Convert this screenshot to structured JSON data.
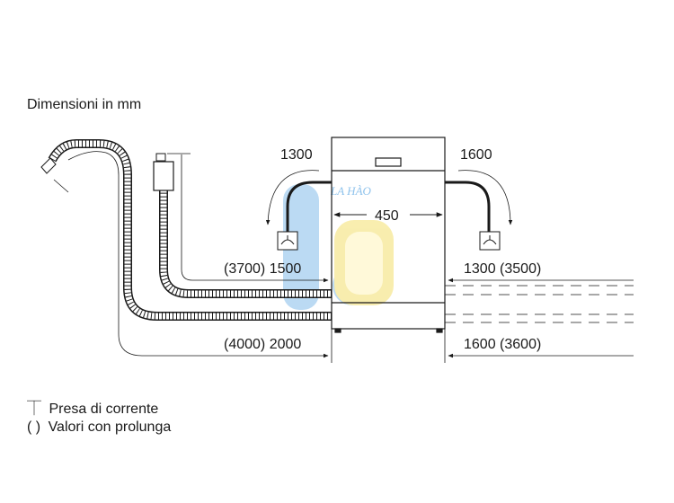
{
  "title": "Dimensioni in mm",
  "dimensions": {
    "top_left": "1300",
    "top_right": "1600",
    "width": "450",
    "inlet_left": "(3700) 1500",
    "inlet_right": "1300 (3500)",
    "drain_left": "(4000) 2000",
    "drain_right": "1600 (3600)"
  },
  "watermark": "LA HÀO",
  "legend": {
    "socket_symbol": "⏉",
    "socket_label": "Presa di corrente",
    "paren_symbol": "( )",
    "paren_label": "Valori con prolunga"
  },
  "colors": {
    "line": "#1a1a1a",
    "watermark_blue": "#8fc3ec",
    "watermark_yellow": "#f5e27a"
  }
}
